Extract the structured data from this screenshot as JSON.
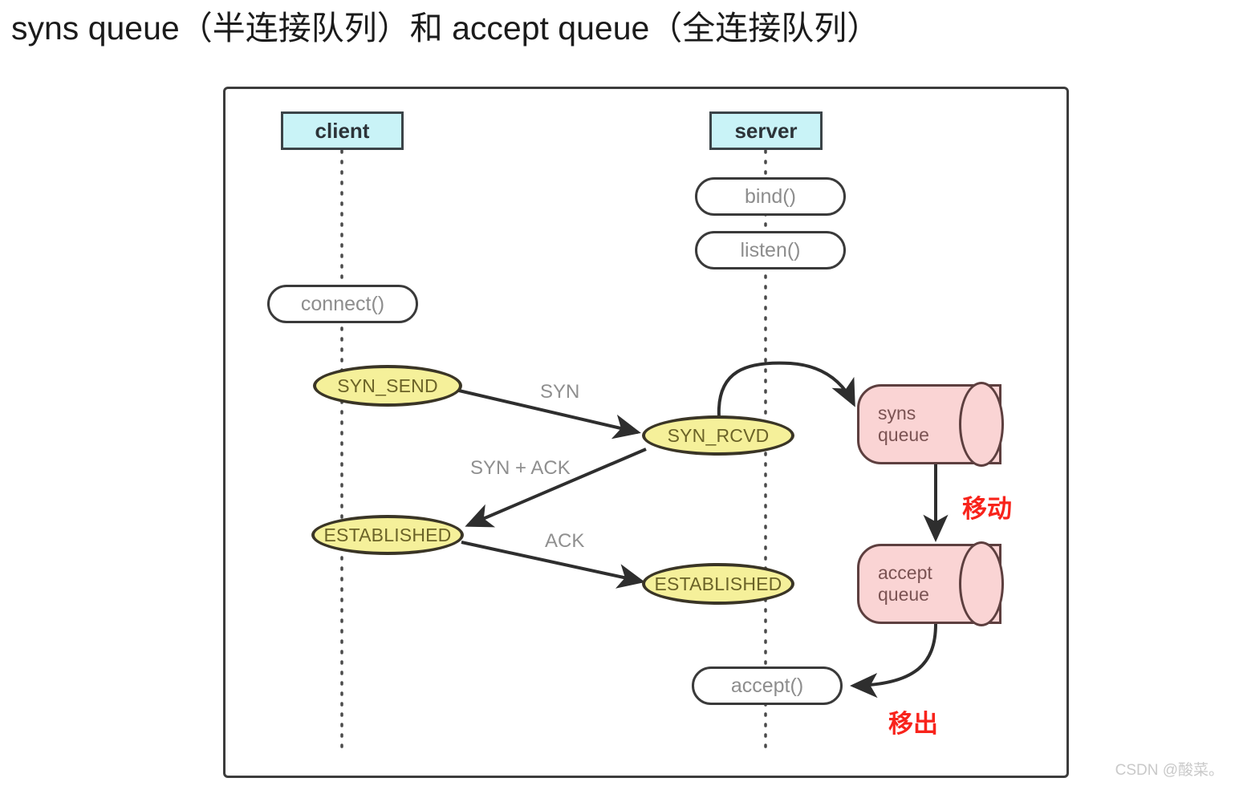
{
  "page": {
    "title": "syns queue（半连接队列）和 accept queue（全连接队列）",
    "watermark": "CSDN @酸菜。"
  },
  "colors": {
    "actor_fill": "#c9f3f7",
    "actor_border": "#3b4448",
    "state_fill": "#f5f09a",
    "state_border": "#3a3526",
    "queue_fill": "#fad4d4",
    "queue_border": "#5d3f3f",
    "annotation_red": "#f8231b",
    "edge_label_gray": "#8f8f8f",
    "frame_border": "#3c3c3c"
  },
  "diagram": {
    "type": "sequence-state-diagram",
    "actors": [
      {
        "id": "client",
        "label": "client"
      },
      {
        "id": "server",
        "label": "server"
      }
    ],
    "calls": [
      {
        "id": "connect",
        "label": "connect()",
        "actor": "client"
      },
      {
        "id": "bind",
        "label": "bind()",
        "actor": "server"
      },
      {
        "id": "listen",
        "label": "listen()",
        "actor": "server"
      },
      {
        "id": "accept",
        "label": "accept()",
        "actor": "server"
      }
    ],
    "states": [
      {
        "id": "syn-send",
        "label": "SYN_SEND",
        "actor": "client"
      },
      {
        "id": "syn-rcvd",
        "label": "SYN_RCVD",
        "actor": "server"
      },
      {
        "id": "established-client",
        "label": "ESTABLISHED",
        "actor": "client"
      },
      {
        "id": "established-server",
        "label": "ESTABLISHED",
        "actor": "server"
      }
    ],
    "queues": [
      {
        "id": "syns-queue",
        "label": "syns queue"
      },
      {
        "id": "accept-queue",
        "label": "accept queue"
      }
    ],
    "edge_labels": [
      {
        "id": "syn",
        "label": "SYN"
      },
      {
        "id": "syn-ack",
        "label": "SYN + ACK"
      },
      {
        "id": "ack",
        "label": "ACK"
      }
    ],
    "annotations": [
      {
        "id": "move-in",
        "label": "移动"
      },
      {
        "id": "move-out",
        "label": "移出"
      }
    ]
  }
}
